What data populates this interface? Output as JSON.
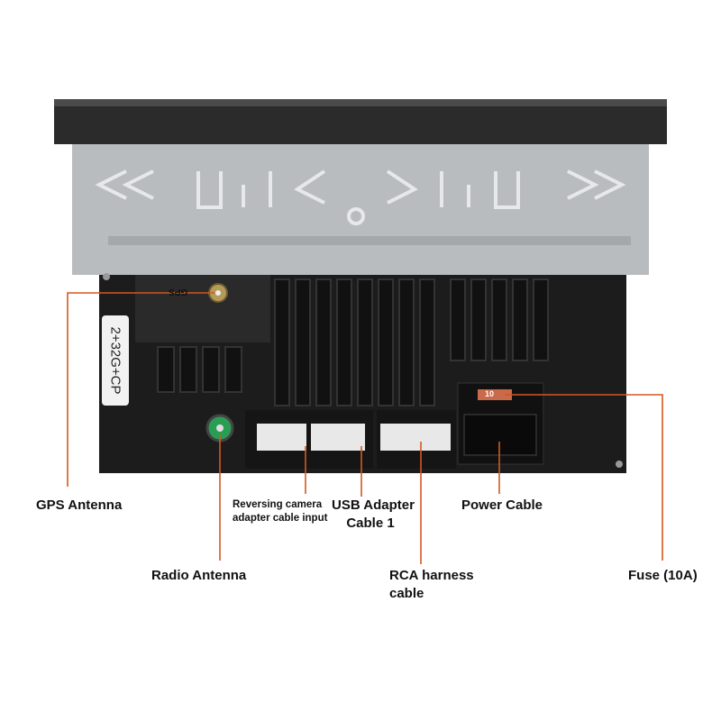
{
  "device": {
    "sticker_text": "2+32G+CP",
    "gps_port_marking": "GPS",
    "fuse_marking": "10",
    "accent_color": "#d2591f"
  },
  "callouts": {
    "gps_antenna": "GPS Antenna",
    "radio_antenna": "Radio Antenna",
    "reversing_camera_line1": "Reversing camera",
    "reversing_camera_line2": "adapter cable input",
    "usb_adapter_line1": "USB Adapter",
    "usb_adapter_line2": "Cable 1",
    "rca_harness_line1": "RCA harness",
    "rca_harness_line2": "cable",
    "power_cable": "Power Cable",
    "fuse": "Fuse (10A)"
  }
}
